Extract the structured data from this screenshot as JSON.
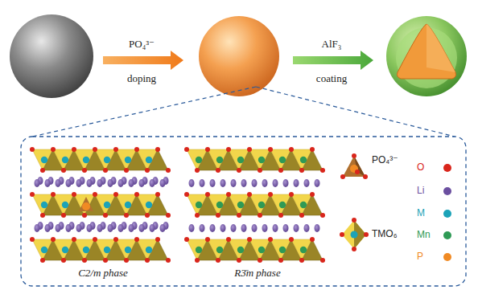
{
  "diagram": {
    "labels": [
      "PO₄³⁻",
      "doping",
      "AlF₃",
      "coating",
      "C2/m phase",
      "R3̄m phase"
    ],
    "legend": [
      {
        "text": "PO₄³⁻"
      },
      {
        "text": "TMO₆"
      },
      {
        "text": "O",
        "color": "#d9261c"
      },
      {
        "text": "Li",
        "color": "#6b4fa0"
      },
      {
        "text": "M",
        "color": "#1ca3b8"
      },
      {
        "text": "Mn",
        "color": "#2f9a55"
      },
      {
        "text": "P",
        "color": "#f08a24"
      }
    ]
  }
}
